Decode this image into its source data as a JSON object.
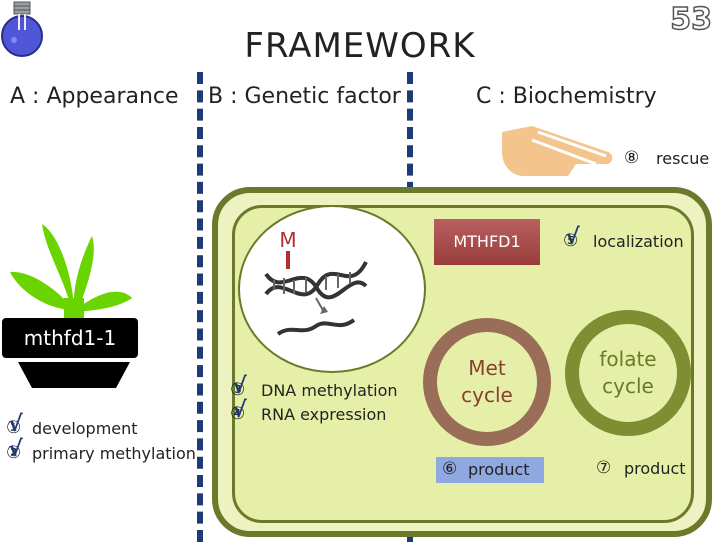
{
  "title": "FRAMEWORK",
  "page_number": "53",
  "columns": {
    "a": "A : Appearance",
    "b": "B : Genetic factor",
    "c": "C : Biochemistry"
  },
  "plant_label": "mthfd1-1",
  "appearance_items": [
    {
      "num": "①",
      "label": "development"
    },
    {
      "num": "②",
      "label": "primary methylation"
    }
  ],
  "genetic_items": [
    {
      "num": "③",
      "label": "DNA methylation"
    },
    {
      "num": "④",
      "label": "RNA expression"
    }
  ],
  "mutation_label": "M",
  "protein_label": "MTHFD1",
  "localization": {
    "num": "⑤",
    "label": "localization"
  },
  "rescue": {
    "num": "⑧",
    "label": "rescue"
  },
  "met_cycle": {
    "line1": "Met",
    "line2": "cycle"
  },
  "folate_cycle": {
    "line1": "folate",
    "line2": "cycle"
  },
  "met_product": {
    "num": "⑥",
    "label": "product"
  },
  "folate_product": {
    "num": "⑦",
    "label": "product"
  },
  "colors": {
    "dash": "#1f3a78",
    "cell_border": "#6b7a2a",
    "cell_fill": "#e6efa8",
    "protein": "#a84848",
    "plant": "#6ad400",
    "hand": "#f3c58c",
    "product_box": "#8fa8e0"
  }
}
